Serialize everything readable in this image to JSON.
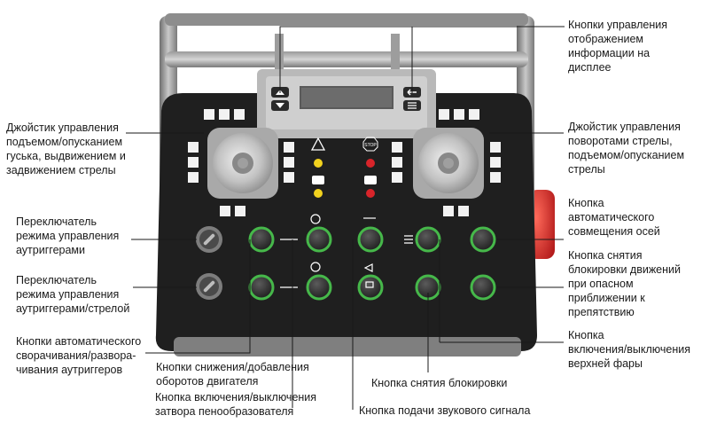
{
  "device": {
    "display_icons": [
      "arrow-up-icon",
      "arrow-down-icon",
      "return-icon",
      "menu-icon"
    ],
    "stop_label": "STOP",
    "colors": {
      "panel": "#1f1f1f",
      "frame": "#8a8a8a",
      "button_ring": "#46b84a",
      "indicator_yellow": "#f2d21e",
      "indicator_red": "#d8242a",
      "emergency_red": "#d42b2b"
    }
  },
  "callouts": {
    "display_buttons": "Кнопки управления\nотображением\nинформации  на\nдисплее",
    "joystick_left": "Джойстик управления\nподъемом/опусканием\nгуська, выдвижением и\nзадвижением стрелы",
    "joystick_right": "Джойстик управления\nповоротами стрелы,\nподъемом/опусканием\nстрелы",
    "outrigger_switch": "Переключатель\nрежима управления\nаутриггерами",
    "outrigger_boom_switch": "Переключатель\nрежима управления\nаутриггерами/стрелой",
    "auto_axis": "Кнопка\nавтоматического\nсовмещения осей",
    "unlock_obstacle": "Кнопка снятия\nблокировки движений\nпри опасном\nприближении к\nпрепятствию",
    "auto_fold": "Кнопки автоматического\nсворачивания/разворa-\nчивания аутриггеров",
    "engine_rpm": "Кнопки снижения/добавления\nоборотов двигателя",
    "foam_valve": "Кнопка включения/выключения\nзатвора пенообразователя",
    "unlock": "Кнопка снятия блокировки",
    "horn": "Кнопка подачи звукового сигнала",
    "top_light": "Кнопка\nвключения/выключения\nверхней фары"
  }
}
